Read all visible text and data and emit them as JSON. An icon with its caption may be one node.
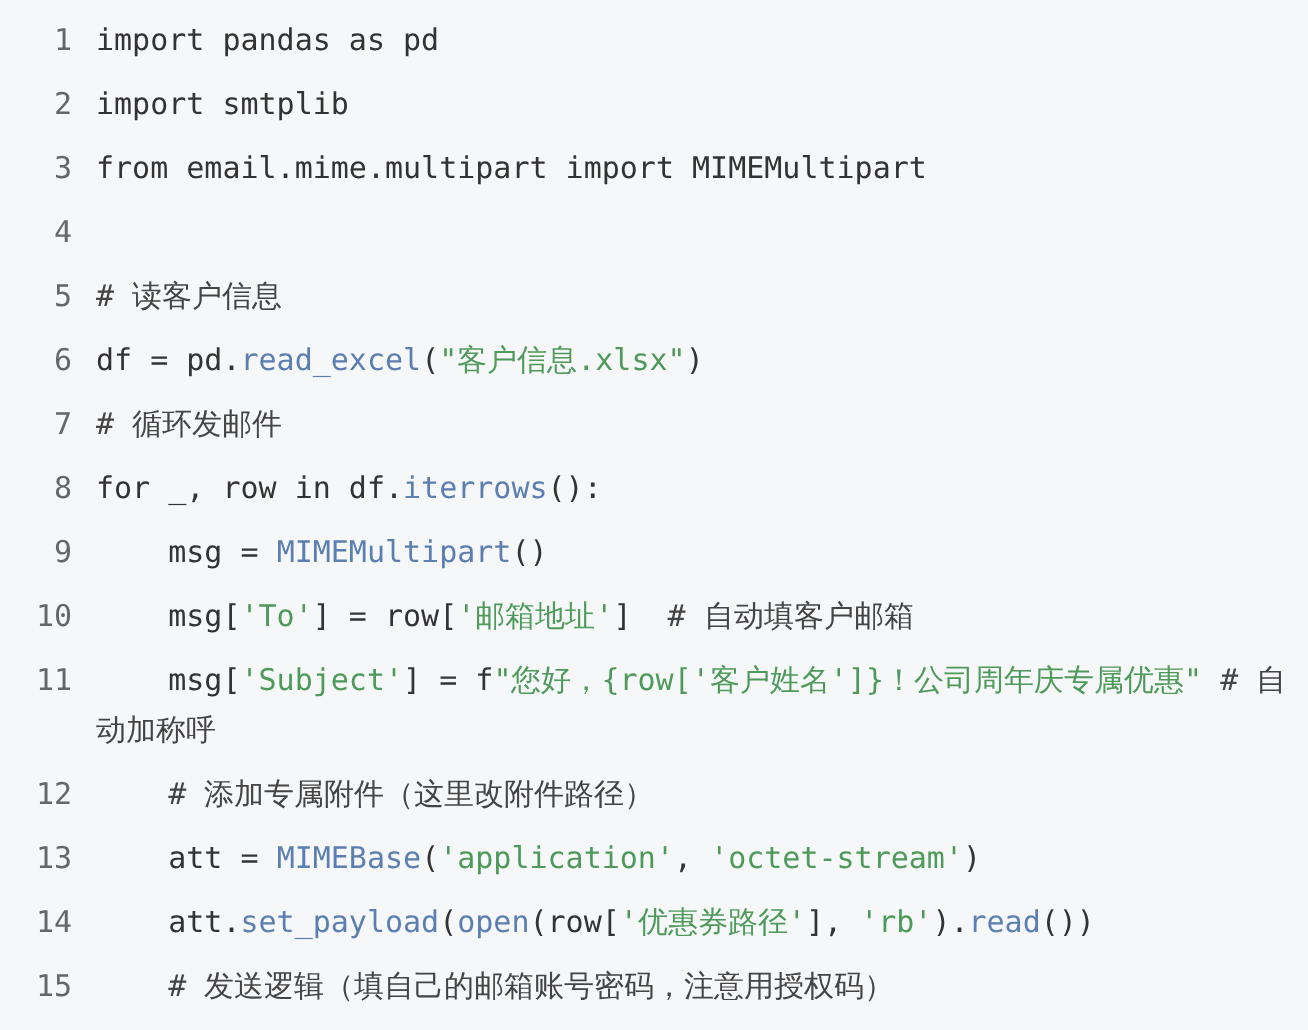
{
  "diagram": {
    "labels": [
      "1",
      "import pandas as pd",
      "2",
      "import smtplib",
      "3",
      "from email.mime.multipart import MIMEMultipart",
      "4",
      "5",
      "# 读客户信息",
      "6",
      "df = pd.read_excel(\"客户信息.xlsx\")",
      "7",
      "# 循环发邮件",
      "8",
      "for _, row in df.iterrows():",
      "9",
      "    msg = MIMEMultipart()",
      "10",
      "    msg['To'] = row['邮箱地址']  # 自动填客户邮箱",
      "11",
      "    msg['Subject'] = f\"您好，{row['客户姓名']}！公司周年庆专属优惠\" # 自动加称呼",
      "12",
      "    # 添加专属附件（这里改附件路径）",
      "13",
      "    att = MIMEBase('application', 'octet-stream')",
      "14",
      "    att.set_payload(open(row['优惠券路径'], 'rb').read())",
      "15",
      "    # 发送逻辑（填自己的邮箱账号密码，注意用授权码）"
    ]
  }
}
